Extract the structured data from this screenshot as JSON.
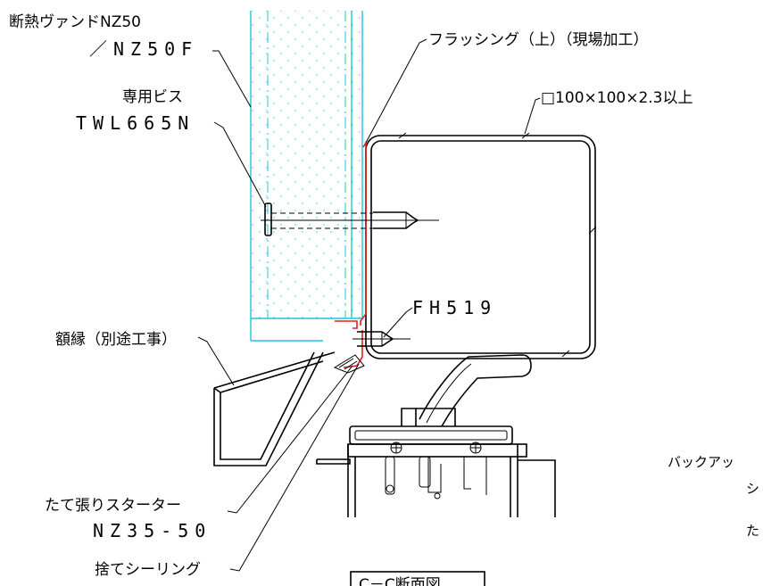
{
  "labels": {
    "panel_line1": "断熱ヴァンドNZ50",
    "panel_line2": "／NZ50F",
    "flashing": "フラッシング（上）（現場加工）",
    "screw_line1": "専用ビス",
    "screw_line2": "TWL665N",
    "square_tube": "□100×100×2.3以上",
    "fh": "FH519",
    "frame": "額縁（別途工事）",
    "starter_line1": "たて張りスターター",
    "starter_line2": "NZ35-50",
    "sealing": "捨てシーリング",
    "backup_1": "バックアッ",
    "backup_2": "シ",
    "backup_3": "た",
    "section_title": "C－C断面図"
  },
  "colors": {
    "panel": "#19c7d9",
    "flashing": "#e02020",
    "line": "#000000"
  }
}
